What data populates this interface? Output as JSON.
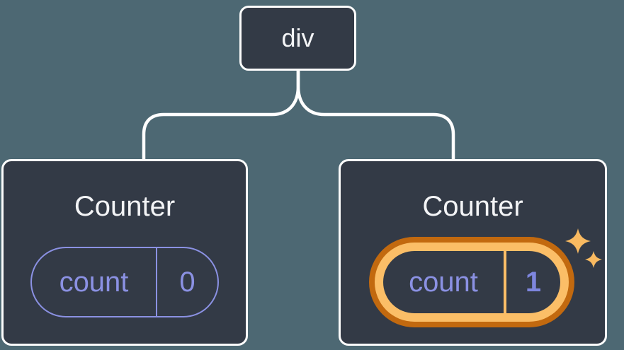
{
  "diagram": {
    "description": "component tree with preserved state",
    "colors": {
      "background": "#4D6873",
      "card_background": "#333A46",
      "connector_line": "#FFFFFF",
      "card_border": "#FCFCFC",
      "title_text": "#F3F4F6",
      "state_purple": "#8B91E3",
      "highlight_orange_dark": "#C2690F",
      "highlight_orange_light": "#FBBE67",
      "sparkle_gold": "#F9BA61"
    },
    "tree": {
      "root": {
        "label": "div"
      },
      "children": [
        {
          "title": "Counter",
          "state": {
            "key": "count",
            "value": "0"
          },
          "highlighted": false
        },
        {
          "title": "Counter",
          "state": {
            "key": "count",
            "value": "1"
          },
          "highlighted": true
        }
      ]
    },
    "icons": [
      {
        "name": "sparkle-icon-large"
      },
      {
        "name": "sparkle-icon-small"
      }
    ]
  }
}
